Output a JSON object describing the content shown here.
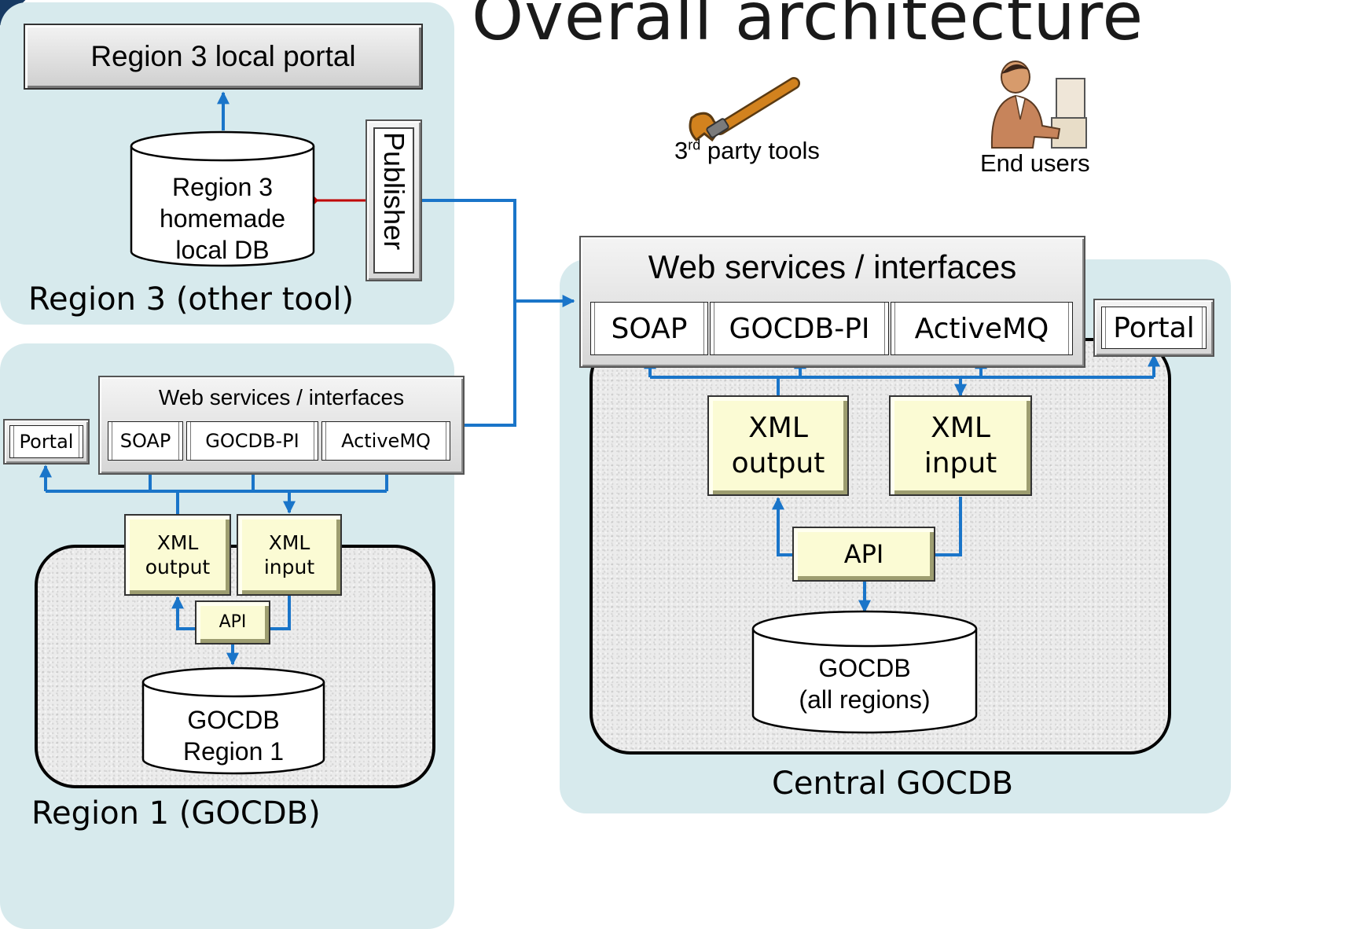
{
  "title": "Overall architecture",
  "region3": {
    "portal": "Region 3 local portal",
    "db_line1": "Region 3",
    "db_line2": "homemade",
    "db_line3": "local DB",
    "publisher": "Publisher",
    "caption": "Region 3 (other tool)"
  },
  "region1": {
    "portal": "Portal",
    "ws_title": "Web services / interfaces",
    "soap": "SOAP",
    "gocdbpi": "GOCDB-PI",
    "activemq": "ActiveMQ",
    "xml_output_1": "XML",
    "xml_output_2": "output",
    "xml_input_1": "XML",
    "xml_input_2": "input",
    "api": "API",
    "db_line1": "GOCDB",
    "db_line2": "Region 1",
    "caption": "Region 1 (GOCDB)"
  },
  "central": {
    "ws_title": "Web services / interfaces",
    "soap": "SOAP",
    "gocdbpi": "GOCDB-PI",
    "activemq": "ActiveMQ",
    "portal": "Portal",
    "xml_output_1": "XML",
    "xml_output_2": "output",
    "xml_input_1": "XML",
    "xml_input_2": "input",
    "api": "API",
    "db_line1": "GOCDB",
    "db_line2": "(all regions)",
    "caption": "Central GOCDB"
  },
  "actors": {
    "tools_prefix": "3",
    "tools_sup": "rd",
    "tools_suffix": " party tools",
    "users": "End users",
    "tools_icon": "wrench-icon",
    "users_icon": "user-at-computer-icon"
  },
  "colors": {
    "region_bg": "#d7eaed",
    "arrow_blue": "#1a75c9",
    "arrow_red": "#c00000",
    "xml_box": "#fbfbd4",
    "title": "#1a1a1a"
  }
}
